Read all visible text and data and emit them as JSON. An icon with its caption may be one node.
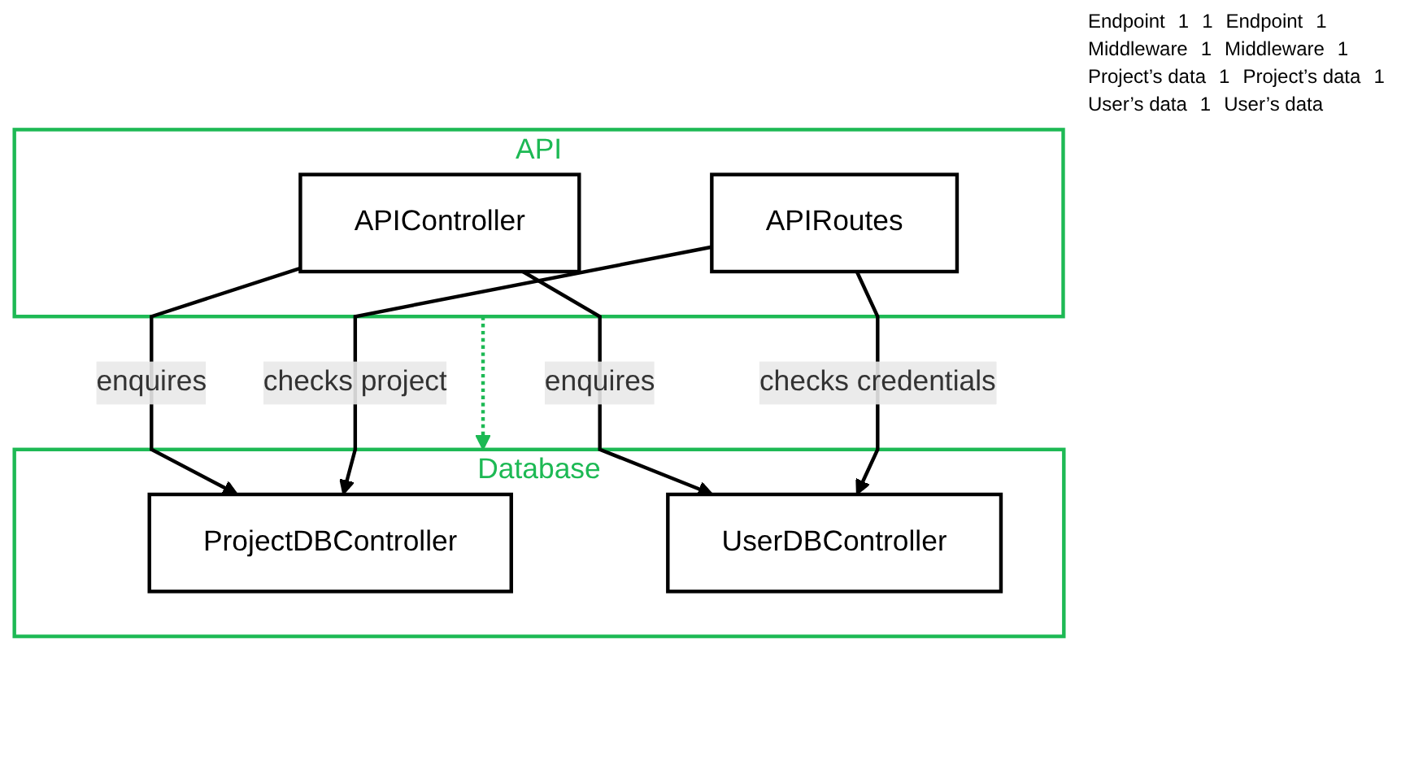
{
  "diagram": {
    "nodes": [
      {
        "text": [
          "API"
        ]
      },
      {
        "text": [
          "APIController"
        ],
        "in": 0
      },
      {
        "text": [
          "APIRoutes"
        ],
        "in": 0
      },
      {
        "text": [
          "Database"
        ]
      },
      {
        "text": [
          "ProjectDBController"
        ],
        "in": 3
      },
      {
        "text": [
          "UserDBController"
        ],
        "in": 3
      }
    ],
    "edges": [
      {
        "from": 1,
        "to": 4,
        "arrow": "to",
        "label": "enquires"
      },
      {
        "from": 1,
        "to": 5,
        "arrow": "to",
        "label": "enquires"
      },
      {
        "from": 2,
        "to": 4,
        "arrow": "to",
        "label": "checks project"
      },
      {
        "from": 2,
        "to": 5,
        "arrow": "to",
        "label": "checks credentials"
      },
      {
        "from": 0,
        "to": 3,
        "arrow": "to",
        "style": "dashed",
        "color": "#1db954"
      }
    ],
    "labels": [
      "Endpoint",
      "1",
      "1",
      "Endpoint",
      "1",
      "Middleware",
      "1",
      "Middleware",
      "1",
      "Project’s data",
      "1",
      "Project’s data",
      "1",
      "User’s data",
      "1",
      "User’s data"
    ]
  }
}
